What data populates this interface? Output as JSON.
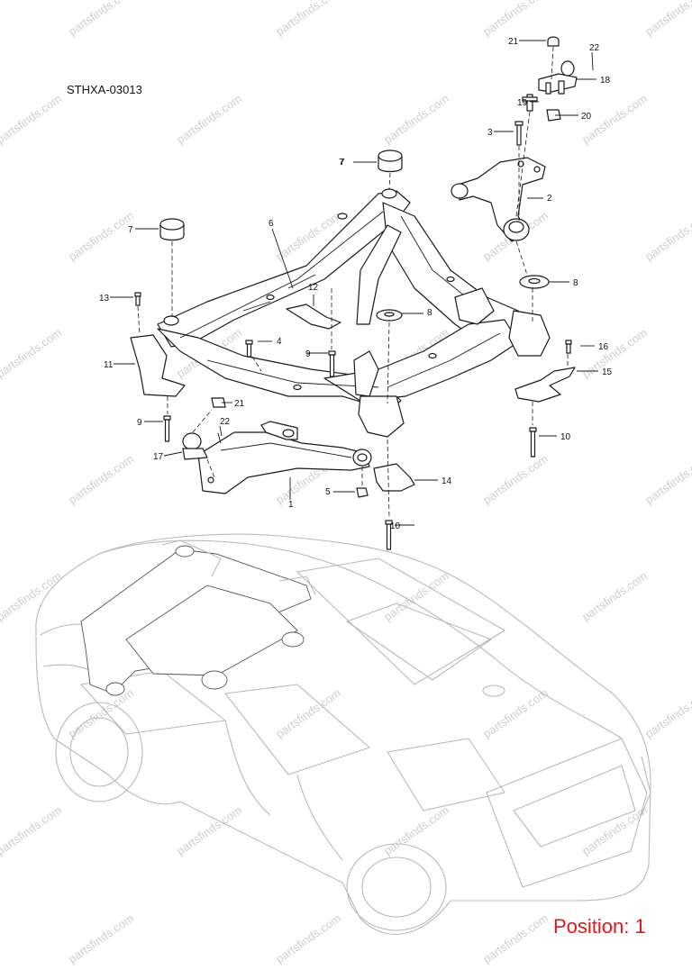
{
  "diagram": {
    "code": "STHXA-03013",
    "position_text": "Position: 1",
    "watermark": "partsfinds.com",
    "accent_color": "#e01818",
    "callouts": [
      "1",
      "2",
      "3",
      "4",
      "5",
      "6",
      "7",
      "7",
      "7",
      "8",
      "8",
      "9",
      "9",
      "10",
      "10",
      "11",
      "12",
      "13",
      "14",
      "15",
      "16",
      "17",
      "18",
      "19",
      "20",
      "21",
      "21",
      "22",
      "22"
    ]
  }
}
